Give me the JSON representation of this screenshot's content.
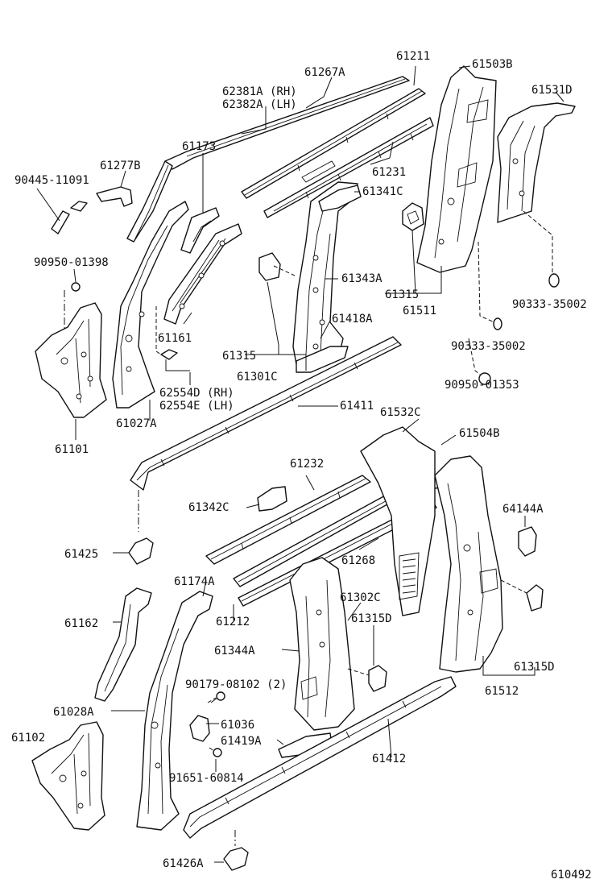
{
  "diagram": {
    "code": "610492",
    "labels": {
      "p61267A": "61267A",
      "p61211": "61211",
      "p61503B": "61503B",
      "p62381A": "62381A (RH)",
      "p62382A": "62382A (LH)",
      "p61531D": "61531D",
      "p61173": "61173",
      "p90445": "90445-11091",
      "p61277B": "61277B",
      "p61231": "61231",
      "p61341C": "61341C",
      "p90950_01398": "90950-01398",
      "p61343A": "61343A",
      "p61315_a": "61315",
      "p61511": "61511",
      "p90333_a": "90333-35002",
      "p61161": "61161",
      "p61418A": "61418A",
      "p90333_b": "90333-35002",
      "p61315_b": "61315",
      "p61301C": "61301C",
      "p62554D": "62554D (RH)",
      "p62554E": "62554E (LH)",
      "p90950_01353": "90950-01353",
      "p61411": "61411",
      "p61027A": "61027A",
      "p61532C": "61532C",
      "p61504B": "61504B",
      "p61101": "61101",
      "p61232": "61232",
      "p61342C": "61342C",
      "p64144A": "64144A",
      "p61268": "61268",
      "p61425": "61425",
      "p61174A": "61174A",
      "p61302C": "61302C",
      "p61212": "61212",
      "p61315D_a": "61315D",
      "p61162": "61162",
      "p61344A": "61344A",
      "p61315D_b": "61315D",
      "p90179": "90179-08102 (2)",
      "p61512": "61512",
      "p61028A": "61028A",
      "p61036": "61036",
      "p61102": "61102",
      "p61419A": "61419A",
      "p61412": "61412",
      "p91651": "91651-60814",
      "p61426A": "61426A"
    }
  }
}
